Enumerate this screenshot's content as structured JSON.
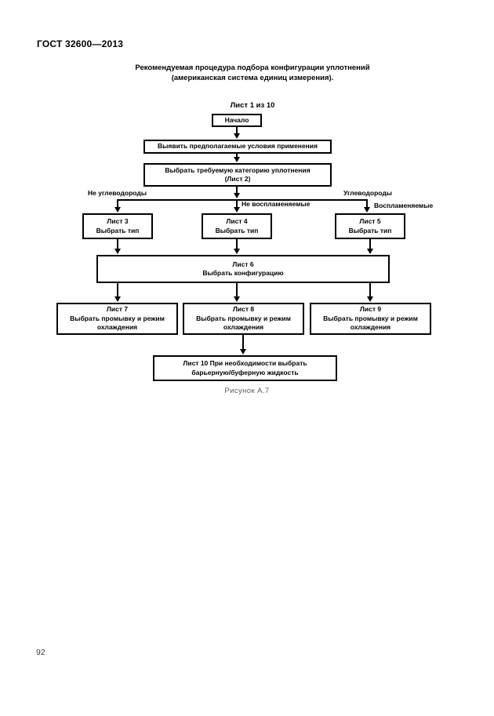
{
  "page": {
    "header": "ГОСТ 32600—2013",
    "page_number": "92"
  },
  "figure": {
    "title_line1": "Рекомендуемая процедура подбора конфигурации уплотнений",
    "title_line2": "(американская система единиц измерения).",
    "sheet": "Лист 1 из 10",
    "caption": "Рисунок А.7"
  },
  "flowchart": {
    "start": "Начало",
    "identify_conditions": "Выявить предполагаемые условия применения",
    "select_category": {
      "line1": "Выбрать требуемую категорию уплотнения",
      "line2": "(Лист 2)"
    },
    "branch_labels": {
      "non_hydrocarbons": "Не углеводороды",
      "hydrocarbons": "Углеводороды",
      "non_flammable": "Не воспламеняемые",
      "flammable": "Воспламеняемые"
    },
    "sheet3": {
      "line1": "Лист 3",
      "line2": "Выбрать тип"
    },
    "sheet4": {
      "line1": "Лист 4",
      "line2": "Выбрать тип"
    },
    "sheet5": {
      "line1": "Лист 5",
      "line2": "Выбрать тип"
    },
    "sheet6": {
      "line1": "Лист 6",
      "line2": "Выбрать конфигурацию"
    },
    "sheet7": {
      "line1": "Лист 7",
      "line2": "Выбрать промывку и режим",
      "line3": "охлаждения"
    },
    "sheet8": {
      "line1": "Лист 8",
      "line2": "Выбрать промывку и режим",
      "line3": "охлаждения"
    },
    "sheet9": {
      "line1": "Лист 9",
      "line2": "Выбрать промывку и режим",
      "line3": "охлаждения"
    },
    "sheet10": {
      "line1": "Лист 10 При необходимости выбрать",
      "line2": "барьерную/буферную жидкость"
    },
    "line_color": "#000000"
  }
}
